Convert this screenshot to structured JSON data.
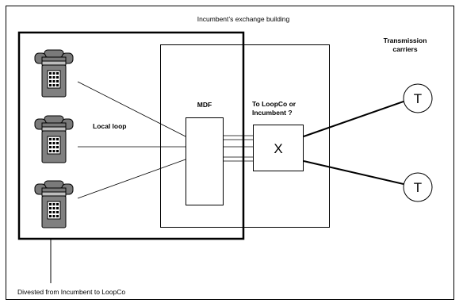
{
  "diagram": {
    "building_label": "Incumbent’s exchange building",
    "transmission_label_line1": "Transmission",
    "transmission_label_line2": "carriers",
    "mdf_label": "MDF",
    "switch_question_line1": "To LoopCo or",
    "switch_question_line2": "Incumbent  ?",
    "switch_symbol": "X",
    "local_loop_label": "Local loop",
    "carrier_symbol": "T",
    "divested_label": "Divested from Incumbent to LoopCo"
  },
  "icons": {
    "telephone": "telephone-icon"
  }
}
